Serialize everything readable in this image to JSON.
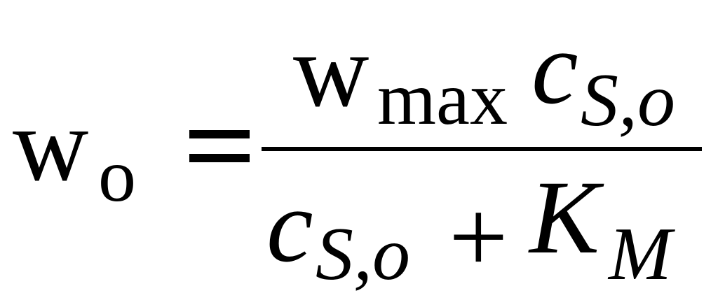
{
  "equation": {
    "lhs": {
      "symbol": "w",
      "subscript": "o"
    },
    "relation": "=",
    "numerator": {
      "rate_symbol": "w",
      "rate_subscript": "max",
      "conc_symbol": "c",
      "conc_subscript": "S,o"
    },
    "denominator": {
      "conc_symbol": "c",
      "conc_subscript": "S,o",
      "operator": "+",
      "constant_symbol": "K",
      "constant_subscript": "M"
    }
  }
}
